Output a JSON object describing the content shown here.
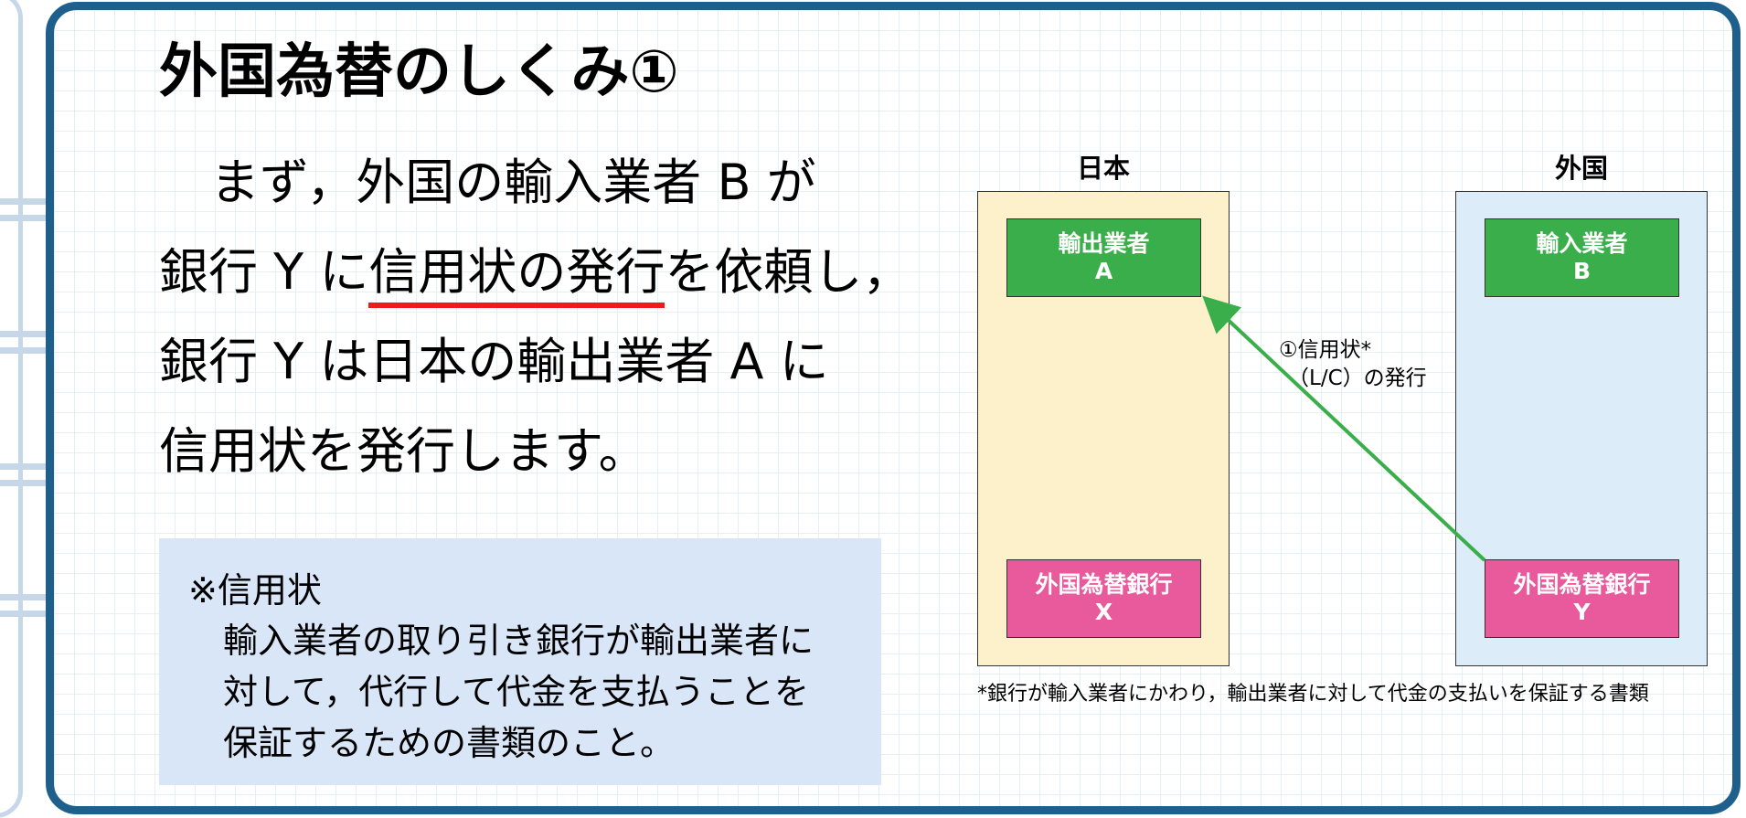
{
  "title": "外国為替のしくみ①",
  "paragraph": {
    "line1": "まず，外国の輸入業者 B が",
    "line2_a": "銀行 Y に",
    "line2_highlight": "信用状の発行",
    "line2_b": "を依頼し，",
    "line3": "銀行 Y は日本の輸出業者 A に",
    "line4": "信用状を発行します。"
  },
  "note": {
    "heading": "※信用状",
    "lines": [
      "輸入業者の取り引き銀行が輸出業者に",
      "対して，代行して代金を支払うことを",
      "保証するための書類のこと。"
    ]
  },
  "diagram": {
    "japan_label": "日本",
    "foreign_label": "外国",
    "exporter": {
      "line1": "輸出業者",
      "line2": "A"
    },
    "importer": {
      "line1": "輸入業者",
      "line2": "B"
    },
    "bank_x": {
      "line1": "外国為替銀行",
      "line2": "X"
    },
    "bank_y": {
      "line1": "外国為替銀行",
      "line2": "Y"
    },
    "arrow_label": {
      "line1": "①信用状*",
      "line2": "（L/C）の発行"
    },
    "footnote": "*銀行が輸入業者にかわり，輸出業者に対して代金の支払いを保証する書類",
    "colors": {
      "japan": "#fdf1cc",
      "foreign": "#dcecf8",
      "business": "#3aae4a",
      "bank": "#e85a9b",
      "arrow": "#3aae4a"
    }
  },
  "colors": {
    "frame": "#1f5f8b",
    "underline": "#ee1b1b",
    "note_bg": "#d9e6f7"
  }
}
